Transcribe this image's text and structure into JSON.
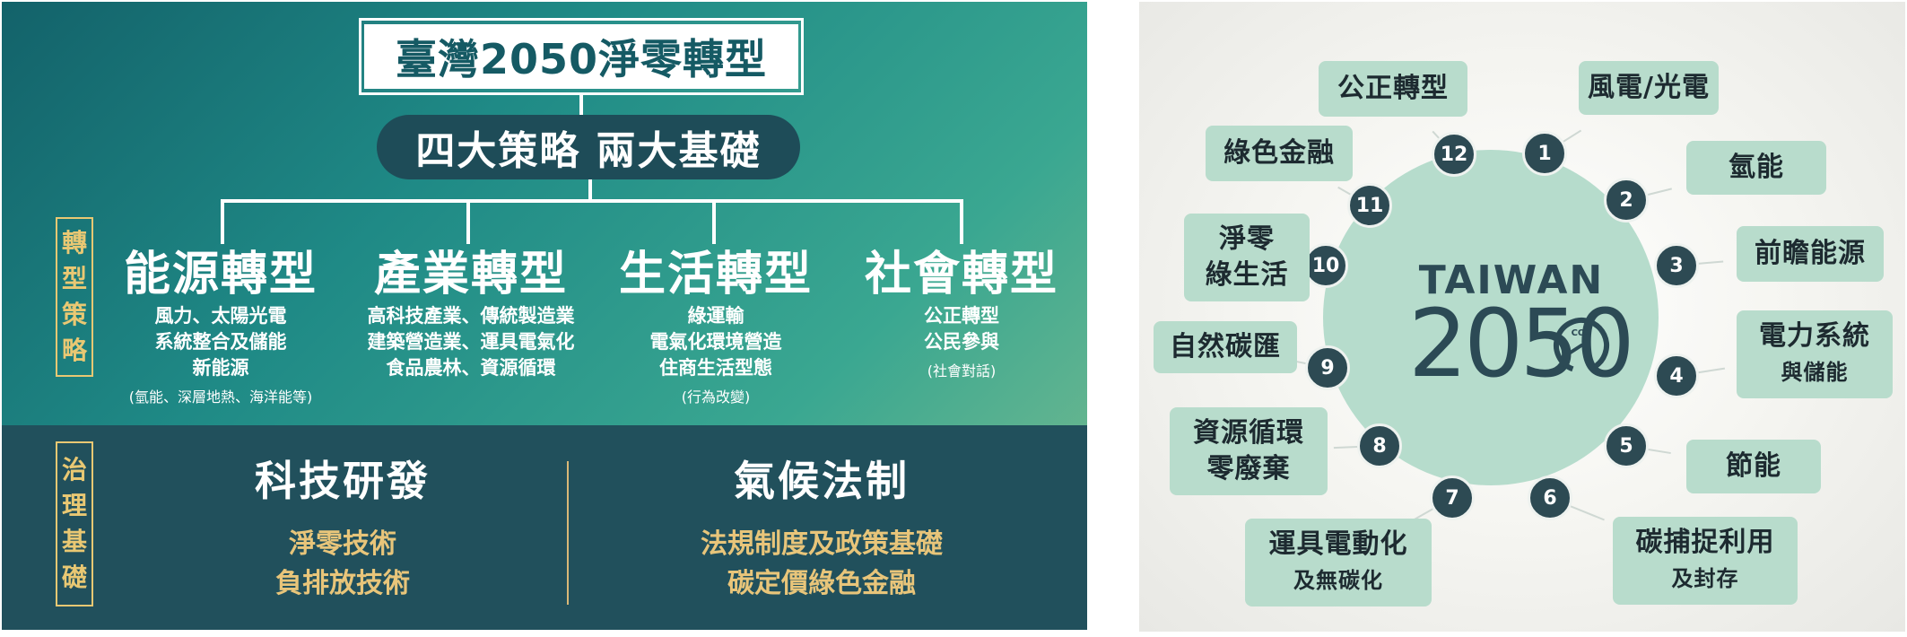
{
  "left": {
    "title": "臺灣2050淨零轉型",
    "subtitle": "四大策略 兩大基礎",
    "strategy_label": [
      "轉",
      "型",
      "策",
      "略"
    ],
    "foundation_label": [
      "治",
      "理",
      "基",
      "礎"
    ],
    "strategies": [
      {
        "heading": "能源轉型",
        "items": [
          "風力、太陽光電",
          "系統整合及儲能",
          "新能源"
        ],
        "note": "(氫能、深層地熱、海洋能等)"
      },
      {
        "heading": "產業轉型",
        "items": [
          "高科技產業、傳統製造業",
          "建築營造業、運具電氣化",
          "食品農林、資源循環"
        ],
        "note": ""
      },
      {
        "heading": "生活轉型",
        "items": [
          "綠運輸",
          "電氣化環境營造",
          "住商生活型態"
        ],
        "note": "(行為改變)"
      },
      {
        "heading": "社會轉型",
        "items": [
          "公正轉型",
          "公民參與"
        ],
        "note": "(社會對話)"
      }
    ],
    "foundations": [
      {
        "heading": "科技研發",
        "items": [
          "淨零技術",
          "負排放技術"
        ]
      },
      {
        "heading": "氣候法制",
        "items": [
          "法規制度及政策基礎",
          "碳定價綠色金融"
        ]
      }
    ],
    "colors": {
      "teal_dark": "#21505c",
      "accent_gold": "#e8c57a",
      "title_text": "#155a64"
    }
  },
  "right": {
    "logo_word": "TAIWAN",
    "logo_year": "2050",
    "logo_co2": "CO2",
    "nodes": [
      "1",
      "2",
      "3",
      "4",
      "5",
      "6",
      "7",
      "8",
      "9",
      "10",
      "11",
      "12"
    ],
    "tags": [
      {
        "lines": [
          "風電/光電"
        ]
      },
      {
        "lines": [
          "氫能"
        ]
      },
      {
        "lines": [
          "前瞻能源"
        ]
      },
      {
        "lines": [
          "電力系統",
          "與儲能"
        ]
      },
      {
        "lines": [
          "節能"
        ]
      },
      {
        "lines": [
          "碳捕捉利用",
          "及封存"
        ]
      },
      {
        "lines": [
          "運具電動化",
          "及無碳化"
        ]
      },
      {
        "lines": [
          "資源循環",
          "零廢棄"
        ]
      },
      {
        "lines": [
          "自然碳匯"
        ]
      },
      {
        "lines": [
          "淨零",
          "綠生活"
        ]
      },
      {
        "lines": [
          "綠色金融"
        ]
      },
      {
        "lines": [
          "公正轉型"
        ]
      }
    ],
    "colors": {
      "circle": "#b6dccc",
      "node": "#2d4a53",
      "tag": "#b8dccc",
      "text": "#2c4a55"
    }
  }
}
